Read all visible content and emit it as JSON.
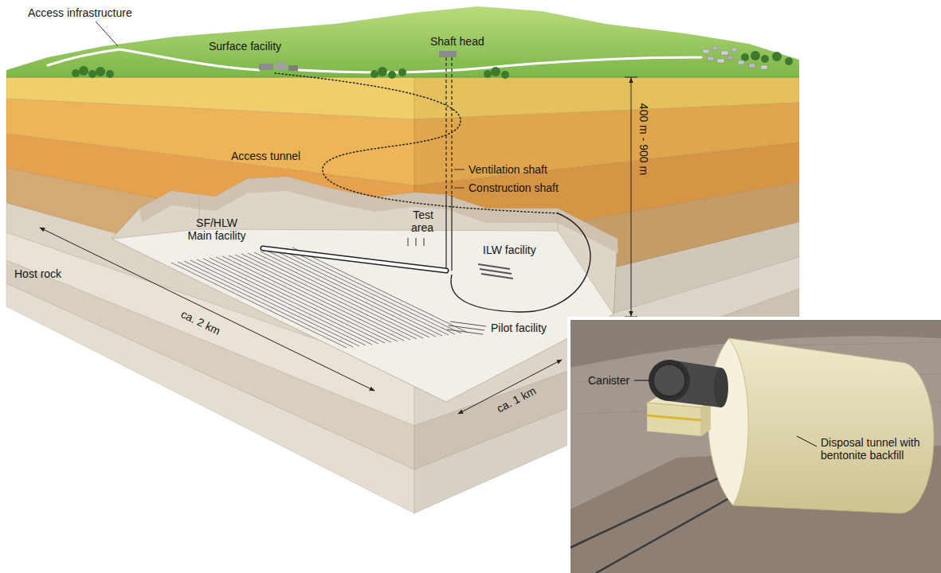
{
  "diagram": {
    "labels": [
      "Access infrastructure",
      "Surface facility",
      "Shaft head",
      "Access tunnel",
      "Ventilation shaft",
      "Construction shaft",
      "400 m - 900 m",
      "SF/HLW Main facility",
      "Test area",
      "ILW facility",
      "Host rock",
      "ca. 2 km",
      "Pilot facility",
      "ca. 1 km",
      "Canister",
      "Disposal tunnel with bentonite backfill"
    ]
  }
}
